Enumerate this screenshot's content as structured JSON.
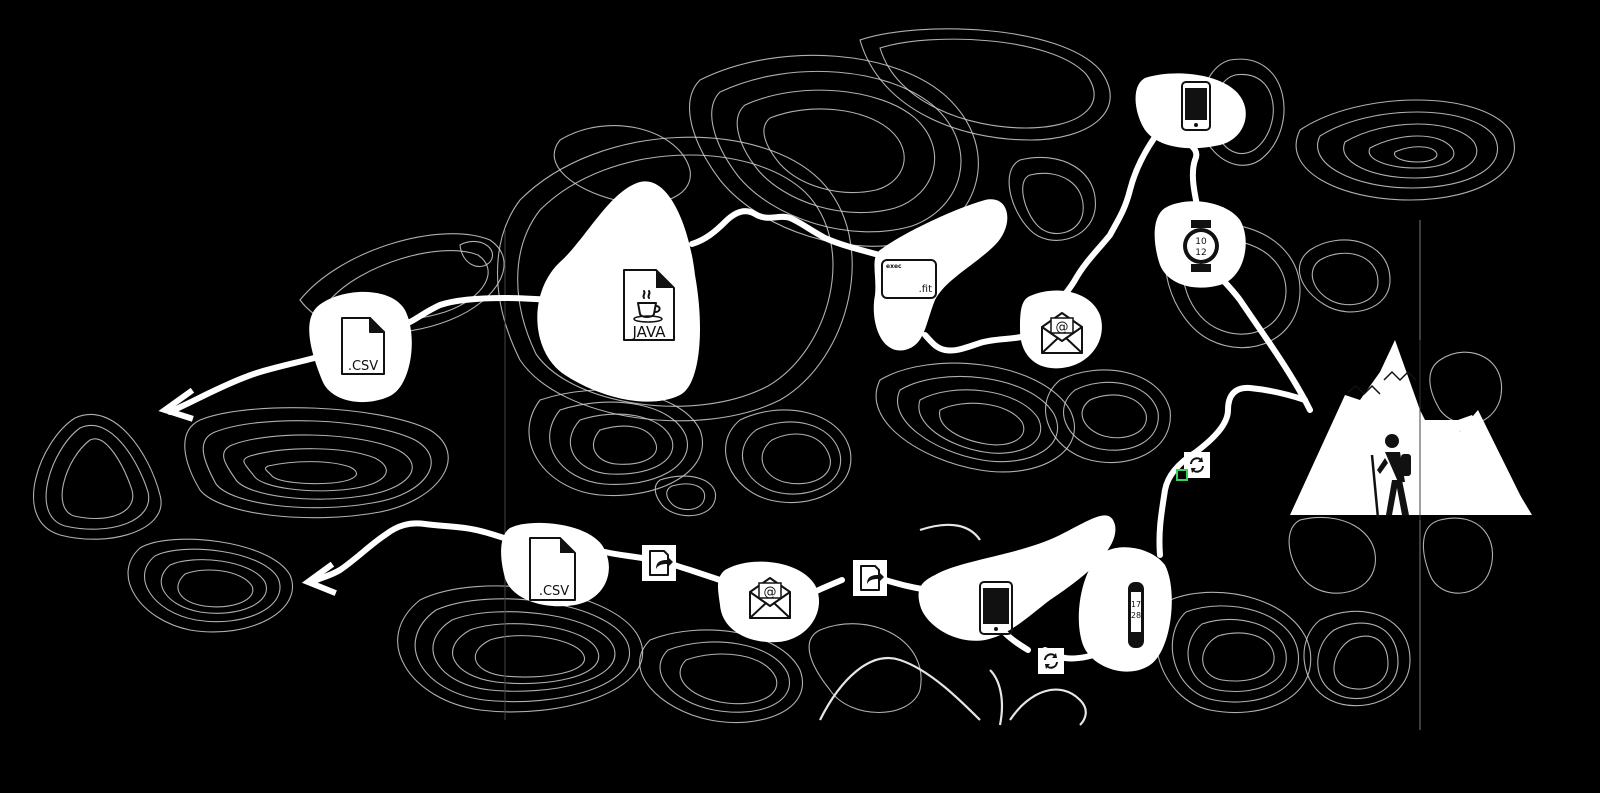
{
  "diagram": {
    "nodes": {
      "csv_top": {
        "label": ".CSV",
        "icon": "csv-file-icon"
      },
      "java": {
        "label": "JAVA",
        "icon": "java-file-icon"
      },
      "fit": {
        "header": "exec",
        "label": ".fit",
        "icon": "fit-file-icon"
      },
      "email_top": {
        "icon": "email-icon"
      },
      "phone_top": {
        "icon": "smartphone-icon"
      },
      "watch": {
        "line1": "10",
        "line2": "12",
        "icon": "smartwatch-icon"
      },
      "hiker": {
        "icon": "hiker-mountain-icon"
      },
      "sync_mid": {
        "icon": "sync-icon"
      },
      "band": {
        "line1": "17",
        "line2": "28",
        "icon": "fitness-band-icon"
      },
      "sync_low": {
        "icon": "sync-icon"
      },
      "phone_low": {
        "icon": "smartphone-icon"
      },
      "share_right": {
        "icon": "share-icon"
      },
      "email_low": {
        "icon": "email-icon"
      },
      "share_left": {
        "icon": "share-icon"
      },
      "csv_low": {
        "label": ".CSV",
        "icon": "csv-file-icon"
      }
    },
    "colors": {
      "background": "#000000",
      "trail": "#ffffff",
      "contour": "#cfcfcf",
      "icon": "#111111",
      "marker": "#39d353"
    }
  }
}
